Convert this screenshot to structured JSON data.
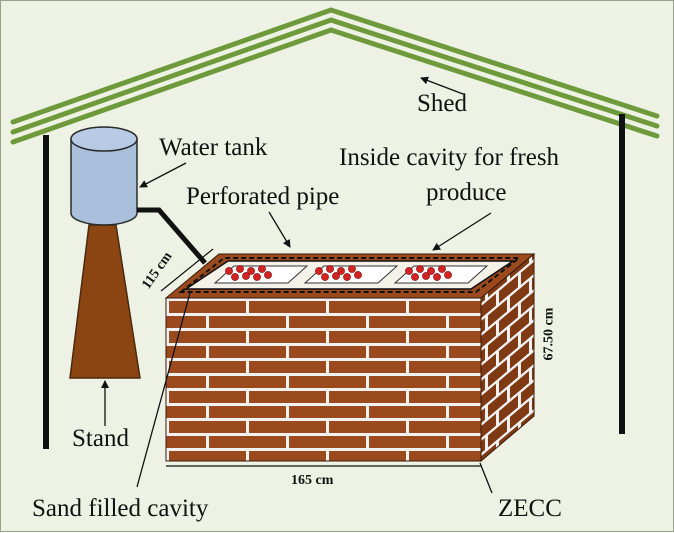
{
  "labels": {
    "shed": "Shed",
    "water_tank": "Water tank",
    "inside_cavity_line1": "Inside  cavity for fresh",
    "inside_cavity_line2": "produce",
    "perforated_pipe": "Perforated pipe",
    "stand": "Stand",
    "sand_filled_cavity": "Sand filled cavity",
    "zecc": "ZECC"
  },
  "dimensions": {
    "depth": "115 cm",
    "length": "165 cm",
    "height": "67.50 cm"
  },
  "colors": {
    "background": "#eef2e4",
    "roof": "#6f9a3c",
    "brick_front": "#9b4a1e",
    "brick_side": "#7f3a14",
    "mortar": "#f2f2f2",
    "tank": "#a9bfdc",
    "stand": "#8b4513",
    "produce": "#d42222"
  }
}
